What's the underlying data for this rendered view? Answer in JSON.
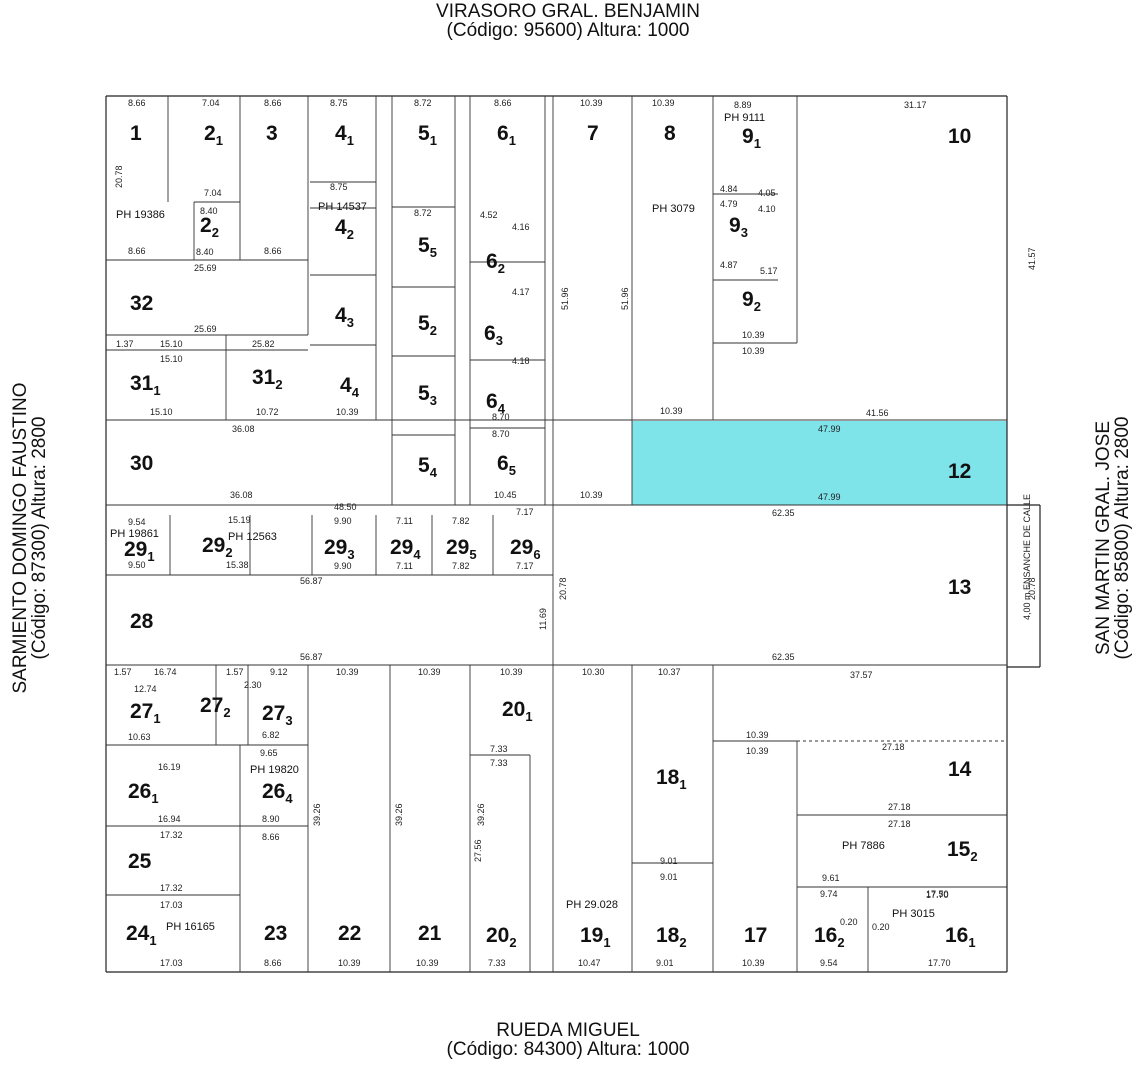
{
  "streets": {
    "top": {
      "name": "VIRASORO GRAL. BENJAMIN",
      "info": "(Código: 95600) Altura: 1000"
    },
    "bottom": {
      "name": "RUEDA MIGUEL",
      "info": "(Código: 84300) Altura: 1000"
    },
    "left": {
      "name": "SARMIENTO DOMINGO FAUSTINO",
      "info": "(Código: 87300) Altura: 2800"
    },
    "right": {
      "name": "SAN MARTIN GRAL. JOSE",
      "info": "(Código: 85800) Altura: 2800"
    }
  },
  "highlight_color": "#7fe3ea",
  "highlighted_lot": "12",
  "widening_note": "4,00 m ENSANCHE DE CALLE",
  "lots": [
    {
      "id": "lot-1",
      "num": "1",
      "sub": ""
    },
    {
      "id": "lot-2-1",
      "num": "2",
      "sub": "1"
    },
    {
      "id": "lot-2-2",
      "num": "2",
      "sub": "2"
    },
    {
      "id": "lot-3",
      "num": "3",
      "sub": ""
    },
    {
      "id": "lot-4-1",
      "num": "4",
      "sub": "1"
    },
    {
      "id": "lot-4-2",
      "num": "4",
      "sub": "2"
    },
    {
      "id": "lot-4-3",
      "num": "4",
      "sub": "3"
    },
    {
      "id": "lot-4-4",
      "num": "4",
      "sub": "4"
    },
    {
      "id": "lot-5-1",
      "num": "5",
      "sub": "1"
    },
    {
      "id": "lot-5-5",
      "num": "5",
      "sub": "5"
    },
    {
      "id": "lot-5-2",
      "num": "5",
      "sub": "2"
    },
    {
      "id": "lot-5-3",
      "num": "5",
      "sub": "3"
    },
    {
      "id": "lot-5-4",
      "num": "5",
      "sub": "4"
    },
    {
      "id": "lot-6-1",
      "num": "6",
      "sub": "1"
    },
    {
      "id": "lot-6-2",
      "num": "6",
      "sub": "2"
    },
    {
      "id": "lot-6-3",
      "num": "6",
      "sub": "3"
    },
    {
      "id": "lot-6-4",
      "num": "6",
      "sub": "4"
    },
    {
      "id": "lot-6-5",
      "num": "6",
      "sub": "5"
    },
    {
      "id": "lot-7",
      "num": "7",
      "sub": ""
    },
    {
      "id": "lot-8",
      "num": "8",
      "sub": ""
    },
    {
      "id": "lot-9-1",
      "num": "9",
      "sub": "1"
    },
    {
      "id": "lot-9-3",
      "num": "9",
      "sub": "3"
    },
    {
      "id": "lot-9-2",
      "num": "9",
      "sub": "2"
    },
    {
      "id": "lot-10",
      "num": "10",
      "sub": ""
    },
    {
      "id": "lot-12",
      "num": "12",
      "sub": ""
    },
    {
      "id": "lot-13",
      "num": "13",
      "sub": ""
    },
    {
      "id": "lot-32",
      "num": "32",
      "sub": ""
    },
    {
      "id": "lot-31-1",
      "num": "31",
      "sub": "1"
    },
    {
      "id": "lot-31-2",
      "num": "31",
      "sub": "2"
    },
    {
      "id": "lot-30",
      "num": "30",
      "sub": ""
    },
    {
      "id": "lot-29-1",
      "num": "29",
      "sub": "1"
    },
    {
      "id": "lot-29-2",
      "num": "29",
      "sub": "2"
    },
    {
      "id": "lot-29-3",
      "num": "29",
      "sub": "3"
    },
    {
      "id": "lot-29-4",
      "num": "29",
      "sub": "4"
    },
    {
      "id": "lot-29-5",
      "num": "29",
      "sub": "5"
    },
    {
      "id": "lot-29-6",
      "num": "29",
      "sub": "6"
    },
    {
      "id": "lot-28",
      "num": "28",
      "sub": ""
    },
    {
      "id": "lot-27-1",
      "num": "27",
      "sub": "1"
    },
    {
      "id": "lot-27-2",
      "num": "27",
      "sub": "2"
    },
    {
      "id": "lot-27-3",
      "num": "27",
      "sub": "3"
    },
    {
      "id": "lot-26-1",
      "num": "26",
      "sub": "1"
    },
    {
      "id": "lot-26-4",
      "num": "26",
      "sub": "4"
    },
    {
      "id": "lot-25",
      "num": "25",
      "sub": ""
    },
    {
      "id": "lot-24-1",
      "num": "24",
      "sub": "1"
    },
    {
      "id": "lot-23",
      "num": "23",
      "sub": ""
    },
    {
      "id": "lot-22",
      "num": "22",
      "sub": ""
    },
    {
      "id": "lot-21",
      "num": "21",
      "sub": ""
    },
    {
      "id": "lot-20-1",
      "num": "20",
      "sub": "1"
    },
    {
      "id": "lot-20-2",
      "num": "20",
      "sub": "2"
    },
    {
      "id": "lot-19-1",
      "num": "19",
      "sub": "1"
    },
    {
      "id": "lot-18-1",
      "num": "18",
      "sub": "1"
    },
    {
      "id": "lot-18-2",
      "num": "18",
      "sub": "2"
    },
    {
      "id": "lot-17",
      "num": "17",
      "sub": ""
    },
    {
      "id": "lot-16-2",
      "num": "16",
      "sub": "2"
    },
    {
      "id": "lot-16-1",
      "num": "16",
      "sub": "1"
    },
    {
      "id": "lot-15-2",
      "num": "15",
      "sub": "2"
    },
    {
      "id": "lot-14",
      "num": "14",
      "sub": ""
    }
  ],
  "ph_labels": [
    {
      "id": "ph-19386",
      "text": "PH 19386"
    },
    {
      "id": "ph-14537",
      "text": "PH 14537"
    },
    {
      "id": "ph-3079",
      "text": "PH 3079"
    },
    {
      "id": "ph-9111",
      "text": "PH 9111"
    },
    {
      "id": "ph-19861",
      "text": "PH 19861"
    },
    {
      "id": "ph-12563",
      "text": "PH 12563"
    },
    {
      "id": "ph-19820",
      "text": "PH 19820"
    },
    {
      "id": "ph-16165",
      "text": "PH 16165"
    },
    {
      "id": "ph-29028",
      "text": "PH 29.028"
    },
    {
      "id": "ph-7886",
      "text": "PH 7886"
    },
    {
      "id": "ph-3015",
      "text": "PH 3015"
    }
  ],
  "dims": [
    {
      "id": "d1",
      "text": "8.66"
    },
    {
      "id": "d2",
      "text": "7.04"
    },
    {
      "id": "d3",
      "text": "8.66"
    },
    {
      "id": "d4",
      "text": "8.75"
    },
    {
      "id": "d5",
      "text": "8.72"
    },
    {
      "id": "d6",
      "text": "8.66"
    },
    {
      "id": "d7",
      "text": "10.39"
    },
    {
      "id": "d8",
      "text": "10.39"
    },
    {
      "id": "d9",
      "text": "8.89"
    },
    {
      "id": "d10",
      "text": "31.17"
    },
    {
      "id": "d11",
      "text": "20.78"
    },
    {
      "id": "d12",
      "text": "7.04"
    },
    {
      "id": "d13",
      "text": "8.40"
    },
    {
      "id": "d14",
      "text": "8.40"
    },
    {
      "id": "d15",
      "text": "8.66"
    },
    {
      "id": "d16",
      "text": "8.66"
    },
    {
      "id": "d17",
      "text": "25.69"
    },
    {
      "id": "d18",
      "text": "25.69"
    },
    {
      "id": "d19",
      "text": "25.82"
    },
    {
      "id": "d20",
      "text": "15.10"
    },
    {
      "id": "d21",
      "text": "15.10"
    },
    {
      "id": "d22",
      "text": "15.10"
    },
    {
      "id": "d23",
      "text": "10.72"
    },
    {
      "id": "d24",
      "text": "36.08"
    },
    {
      "id": "d25",
      "text": "36.08"
    },
    {
      "id": "d26",
      "text": "10.39"
    },
    {
      "id": "d27",
      "text": "10.45"
    },
    {
      "id": "d28",
      "text": "10.39"
    },
    {
      "id": "d29",
      "text": "41.56"
    },
    {
      "id": "d30",
      "text": "47.99"
    },
    {
      "id": "d31",
      "text": "47.99"
    },
    {
      "id": "d32",
      "text": "62.35"
    },
    {
      "id": "d33",
      "text": "62.35"
    },
    {
      "id": "d34",
      "text": "56.87"
    },
    {
      "id": "d35",
      "text": "56.87"
    },
    {
      "id": "d36",
      "text": "41.57"
    },
    {
      "id": "d37",
      "text": "51.96"
    },
    {
      "id": "d38",
      "text": "51.96"
    },
    {
      "id": "d39",
      "text": "20.78"
    },
    {
      "id": "d40",
      "text": "20.78"
    },
    {
      "id": "d41",
      "text": "11.69"
    },
    {
      "id": "d42",
      "text": "10.39"
    },
    {
      "id": "d43",
      "text": "10.39"
    },
    {
      "id": "d44",
      "text": "10.39"
    },
    {
      "id": "d45",
      "text": "10.30"
    },
    {
      "id": "d46",
      "text": "10.37"
    },
    {
      "id": "d47",
      "text": "37.57"
    },
    {
      "id": "d48",
      "text": "10.39"
    },
    {
      "id": "d49",
      "text": "10.39"
    },
    {
      "id": "d50",
      "text": "27.18"
    },
    {
      "id": "d51",
      "text": "27.18"
    },
    {
      "id": "d52",
      "text": "9.01"
    },
    {
      "id": "d53",
      "text": "9.01"
    },
    {
      "id": "d54",
      "text": "17.03"
    },
    {
      "id": "d55",
      "text": "17.03"
    },
    {
      "id": "d56",
      "text": "8.66"
    },
    {
      "id": "d57",
      "text": "10.39"
    },
    {
      "id": "d58",
      "text": "10.39"
    },
    {
      "id": "d59",
      "text": "7.33"
    },
    {
      "id": "d60",
      "text": "10.47"
    },
    {
      "id": "d61",
      "text": "9.01"
    },
    {
      "id": "d62",
      "text": "10.39"
    },
    {
      "id": "d63",
      "text": "9.54"
    },
    {
      "id": "d64",
      "text": "17.70"
    },
    {
      "id": "d65",
      "text": "17.70"
    },
    {
      "id": "d66",
      "text": "17.32"
    },
    {
      "id": "d67",
      "text": "17.32"
    },
    {
      "id": "d68",
      "text": "16.94"
    },
    {
      "id": "d69",
      "text": "16.19"
    },
    {
      "id": "d70",
      "text": "10.63"
    },
    {
      "id": "d71",
      "text": "12.74"
    },
    {
      "id": "d72",
      "text": "9.65"
    },
    {
      "id": "d73",
      "text": "8.90"
    },
    {
      "id": "d74",
      "text": "8.66"
    },
    {
      "id": "d75",
      "text": "39.26"
    },
    {
      "id": "d76",
      "text": "39.26"
    },
    {
      "id": "d77",
      "text": "39.26"
    },
    {
      "id": "d78",
      "text": "27.56"
    },
    {
      "id": "d79",
      "text": "7.33"
    },
    {
      "id": "d80",
      "text": "7.33"
    },
    {
      "id": "d81",
      "text": "9.54"
    },
    {
      "id": "d82",
      "text": "9.50"
    },
    {
      "id": "d83",
      "text": "15.38"
    },
    {
      "id": "d84",
      "text": "9.90"
    },
    {
      "id": "d85",
      "text": "9.90"
    },
    {
      "id": "d86",
      "text": "7.11"
    },
    {
      "id": "d87",
      "text": "7.11"
    },
    {
      "id": "d88",
      "text": "7.82"
    },
    {
      "id": "d89",
      "text": "7.82"
    },
    {
      "id": "d90",
      "text": "7.17"
    },
    {
      "id": "d91",
      "text": "7.17"
    },
    {
      "id": "d92",
      "text": "15.19"
    },
    {
      "id": "d93",
      "text": "48.50"
    },
    {
      "id": "d94",
      "text": "4.52"
    },
    {
      "id": "d95",
      "text": "4.16"
    },
    {
      "id": "d96",
      "text": "4.17"
    },
    {
      "id": "d97",
      "text": "4.18"
    },
    {
      "id": "d98",
      "text": "8.70"
    },
    {
      "id": "d99",
      "text": "8.70"
    },
    {
      "id": "d100",
      "text": "4.84"
    },
    {
      "id": "d101",
      "text": "4.05"
    },
    {
      "id": "d102",
      "text": "4.79"
    },
    {
      "id": "d103",
      "text": "4.10"
    },
    {
      "id": "d104",
      "text": "4.87"
    },
    {
      "id": "d105",
      "text": "5.17"
    },
    {
      "id": "d106",
      "text": "10.39"
    },
    {
      "id": "d107",
      "text": "10.39"
    },
    {
      "id": "d108",
      "text": "27.18"
    },
    {
      "id": "d109",
      "text": "17.50"
    },
    {
      "id": "d110",
      "text": "9.74"
    },
    {
      "id": "d111",
      "text": "9.61"
    },
    {
      "id": "d112",
      "text": "0.20"
    },
    {
      "id": "d113",
      "text": "0.20"
    },
    {
      "id": "d114",
      "text": "10.39"
    },
    {
      "id": "d115",
      "text": "8.72"
    },
    {
      "id": "d116",
      "text": "8.75"
    },
    {
      "id": "d117",
      "text": "1.57"
    },
    {
      "id": "d118",
      "text": "16.74"
    },
    {
      "id": "d119",
      "text": "1.57"
    },
    {
      "id": "d120",
      "text": "9.12"
    },
    {
      "id": "d121",
      "text": "2.30"
    },
    {
      "id": "d122",
      "text": "6.82"
    },
    {
      "id": "d123",
      "text": "1.37"
    }
  ]
}
